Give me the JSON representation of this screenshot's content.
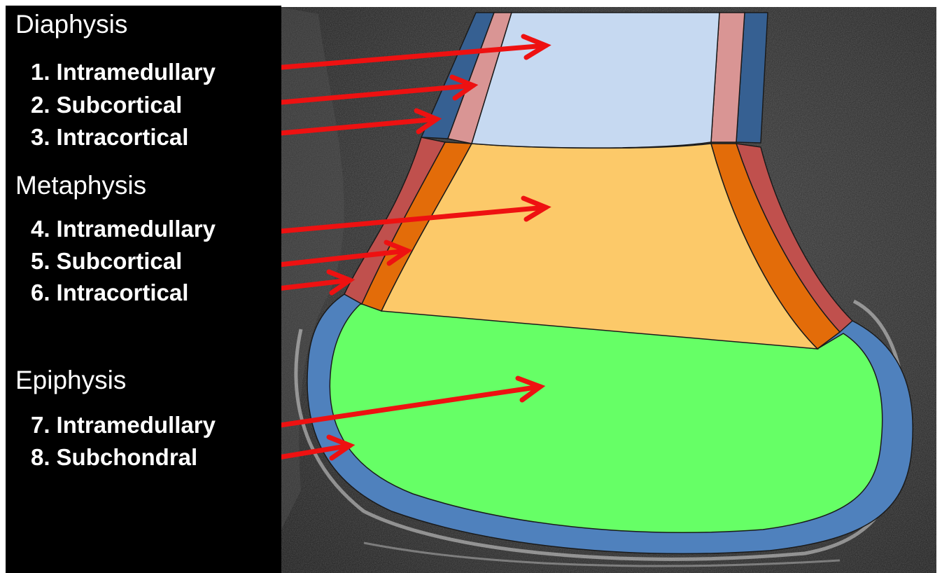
{
  "sections": [
    {
      "title": "Diaphysis",
      "items": [
        {
          "number": "1.",
          "label": "Intramedullary"
        },
        {
          "number": "2.",
          "label": "Subcortical"
        },
        {
          "number": "3.",
          "label": "Intracortical"
        }
      ]
    },
    {
      "title": "Metaphysis",
      "items": [
        {
          "number": "4.",
          "label": "Intramedullary"
        },
        {
          "number": "5.",
          "label": "Subcortical"
        },
        {
          "number": "6.",
          "label": "Intracortical"
        }
      ]
    },
    {
      "title": "Epiphysis",
      "items": [
        {
          "number": "7.",
          "label": "Intramedullary"
        },
        {
          "number": "8.",
          "label": "Subchondral"
        }
      ]
    }
  ],
  "colors": {
    "panel": "#000000",
    "text": "#ffffff",
    "arrow": "#ee1111",
    "mri_background": "#2a2a2a",
    "diaphysis_intramedullary": "#c6d9f1",
    "diaphysis_subcortical": "#d99594",
    "diaphysis_intracortical": "#366092",
    "metaphysis_intramedullary": "#fcc969",
    "metaphysis_subcortical": "#e36c09",
    "metaphysis_intracortical": "#c0504d",
    "epiphysis_intramedullary": "#66ff66",
    "epiphysis_subchondral": "#4f81bd"
  }
}
